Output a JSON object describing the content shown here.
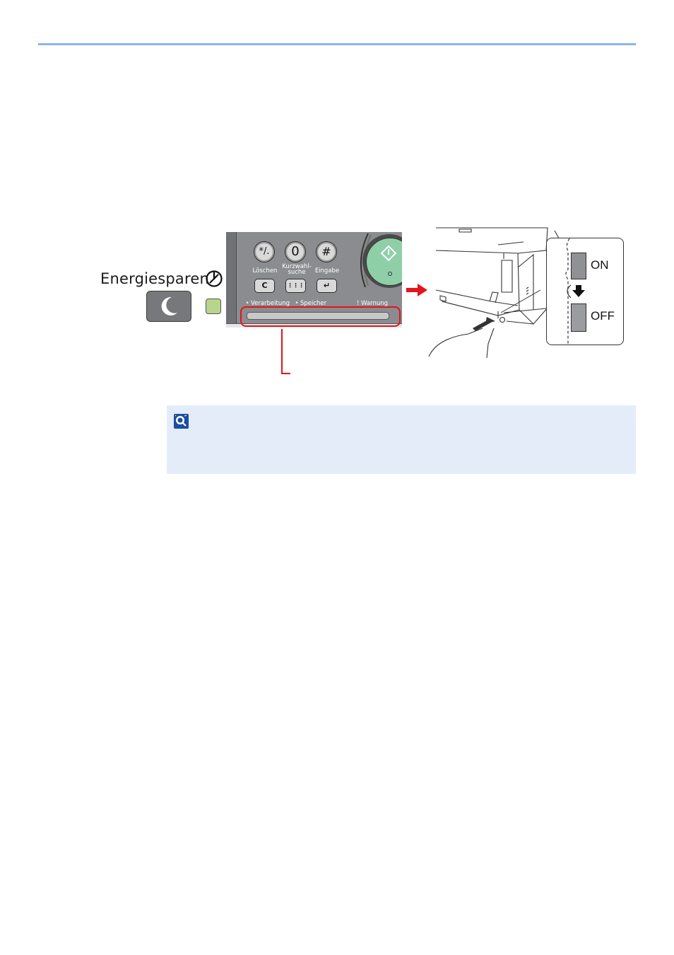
{
  "energy_saver": {
    "label": "Energiesparen"
  },
  "keypad": {
    "keys": {
      "star": "*/.",
      "zero": "0",
      "hash": "#",
      "clear": "C",
      "quick_dial": "⋮⋮⋮",
      "enter": "↵"
    },
    "labels": {
      "clear": "Löschen",
      "quick_dial_line1": "Kurzwahl-",
      "quick_dial_line2": "suche",
      "enter": "Eingabe"
    },
    "status": {
      "processing": "⁍ Verarbeitung",
      "memory": "⁍ Speicher",
      "warning": "! Warnung"
    }
  },
  "main_switch": {
    "on": "ON",
    "off": "OFF"
  },
  "colors": {
    "rule": "#8fb3e8",
    "highlight": "#e3141b",
    "note_bg": "#e5ecf9",
    "led": "#b7d58b",
    "start_button": "#8fcfa8"
  }
}
